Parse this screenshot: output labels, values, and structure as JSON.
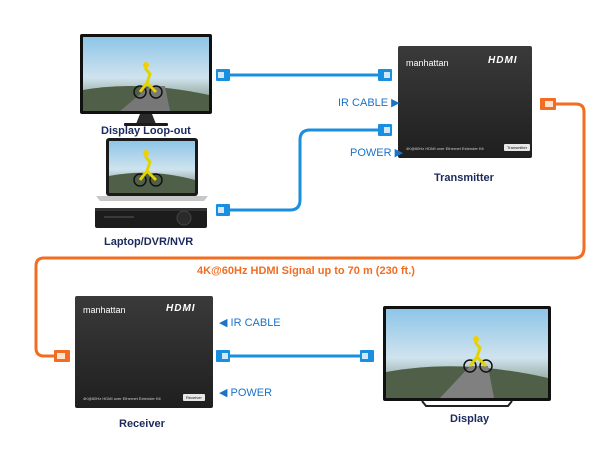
{
  "colors": {
    "blue_cable": "#1a8fe0",
    "orange_cable": "#f26d21",
    "label_navy": "#1b2a5b",
    "device_body": "#2a2a2a"
  },
  "devices": {
    "display_loop_out": "Display Loop-out",
    "laptop": "Laptop/DVR/NVR",
    "transmitter": "Transmitter",
    "receiver": "Receiver",
    "display": "Display"
  },
  "transmitter": {
    "brand": "manhattan",
    "hdmi_logo": "HDMI",
    "product_text": "4K@60Hz HDMI over Ethernet Extender Kit",
    "tag": "Transmitter",
    "ports": {
      "ir_cable": "IR CABLE ▶",
      "power": "POWER ▶"
    }
  },
  "receiver": {
    "brand": "manhattan",
    "hdmi_logo": "HDMI",
    "product_text": "4K@60Hz HDMI over Ethernet Extender Kit",
    "tag": "Receiver",
    "ports": {
      "ir_cable": "◀ IR CABLE",
      "power": "◀ POWER"
    }
  },
  "signal": "4K@60Hz HDMI Signal up to 70 m (230 ft.)",
  "icons": [
    "monitor-icon",
    "laptop-icon",
    "dvr-icon",
    "tv-icon",
    "hdmi-plug-icon",
    "ethernet-plug-icon"
  ]
}
